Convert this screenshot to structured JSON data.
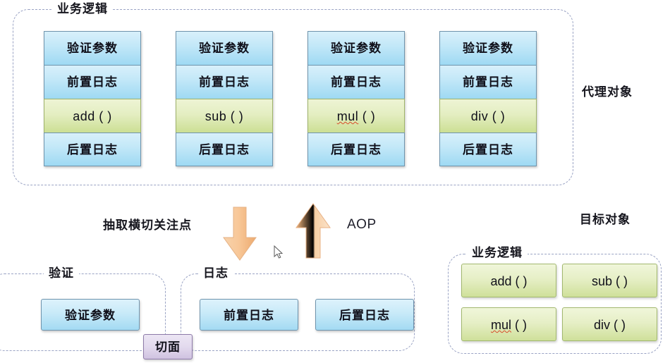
{
  "diagram": {
    "title_hidden": "",
    "proxy_section": {
      "group_label": "业务逻辑",
      "side_label": "代理对象",
      "columns": [
        {
          "cells": [
            "验证参数",
            "前置日志",
            "add ( )",
            "后置日志"
          ],
          "method_index": 2
        },
        {
          "cells": [
            "验证参数",
            "前置日志",
            "sub ( )",
            "后置日志"
          ],
          "method_index": 2
        },
        {
          "cells": [
            "验证参数",
            "前置日志",
            "mul ( )",
            "后置日志"
          ],
          "method_index": 2
        },
        {
          "cells": [
            "验证参数",
            "前置日志",
            "div ( )",
            "后置日志"
          ],
          "method_index": 2
        }
      ]
    },
    "middle": {
      "extract_label": "抽取横切关注点",
      "aop_label": "AOP",
      "down_arrow_name": "down-arrow",
      "up_arrow_name": "up-arrow",
      "arrow_color": "#f5c08a"
    },
    "validation_section": {
      "group_label": "验证",
      "boxes": [
        "验证参数"
      ]
    },
    "logging_section": {
      "group_label": "日志",
      "boxes": [
        "前置日志",
        "后置日志"
      ]
    },
    "aspect_label": "切面",
    "target_section": {
      "side_label": "目标对象",
      "group_label": "业务逻辑",
      "boxes": [
        "add ( )",
        "sub ( )",
        "mul ( )",
        "div ( )"
      ],
      "misspelled_token": "mul"
    },
    "colors": {
      "blue_top": "#d8f0fb",
      "blue_bottom": "#9ed9f3",
      "blue_border": "#6f94ad",
      "green_top": "#eef4d4",
      "green_bottom": "#ccdf94",
      "green_border": "#9fb36a",
      "purple_fill": "#e3daee",
      "purple_border": "#8d7aa8",
      "dash_border": "#9aa3c4",
      "arrow_fill": "#f5c08a",
      "background": "#ffffff"
    }
  }
}
